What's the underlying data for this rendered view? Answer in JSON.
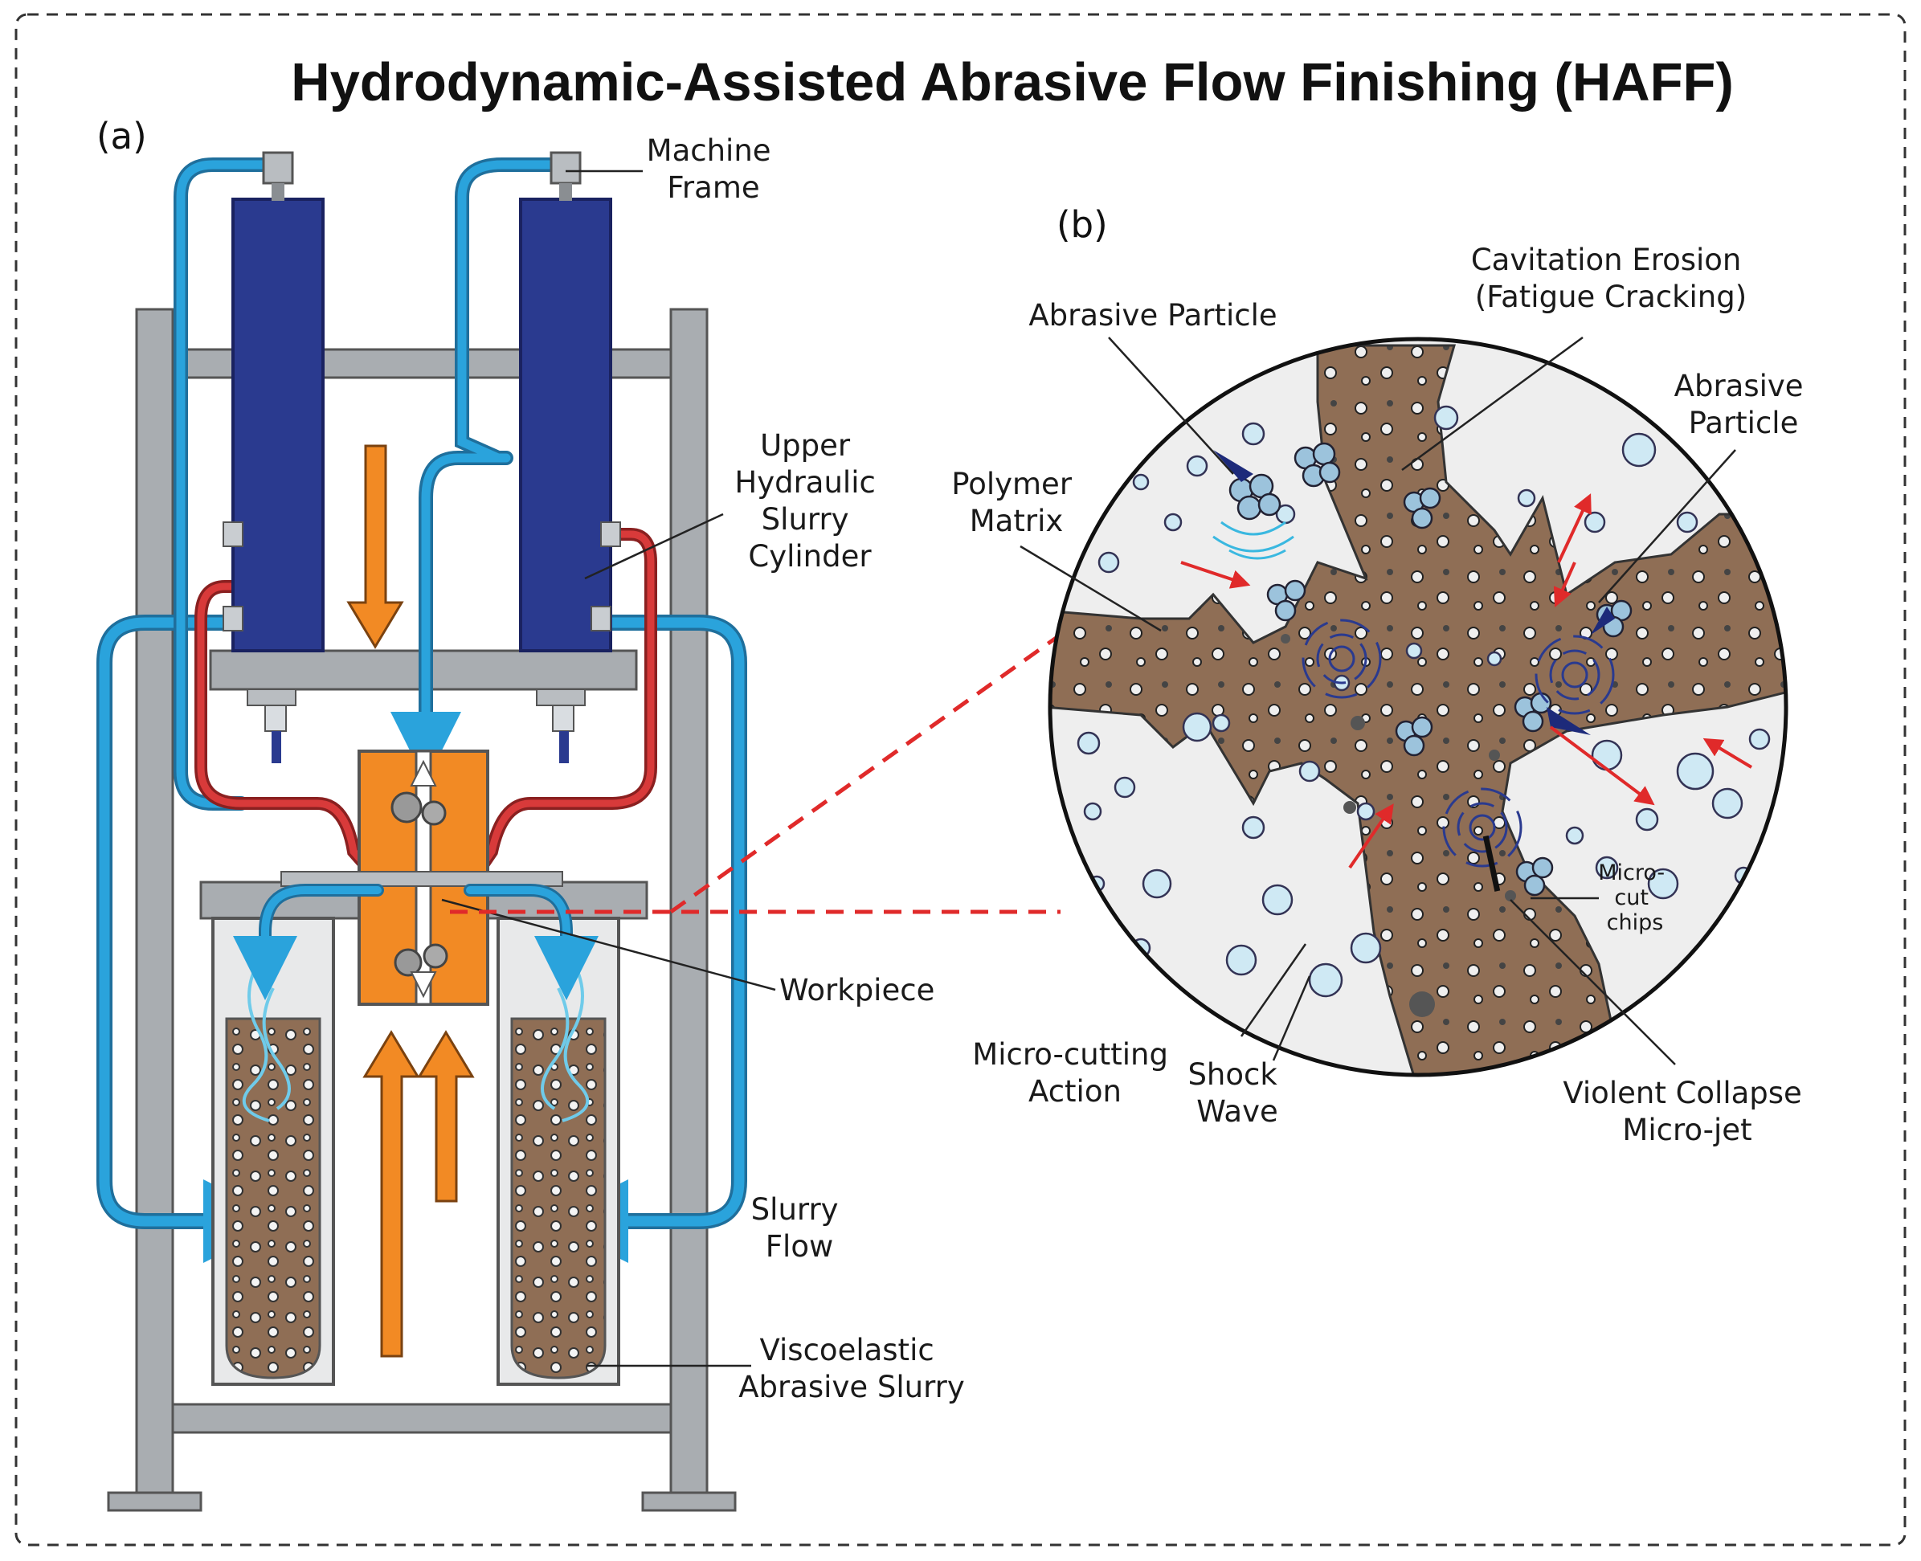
{
  "title": "Hydrodynamic-Assisted Abrasive Flow Finishing (HAFF)",
  "panel_a": {
    "tag": "(a)",
    "labels": {
      "machine_frame": [
        "Machine",
        "Frame"
      ],
      "upper_cylinder": [
        "Upper",
        "Hydraulic",
        "Slurry",
        "Cylinder"
      ],
      "workpiece": [
        "Workpiece"
      ],
      "slurry_flow": [
        "Slurry",
        "Flow"
      ],
      "viscoelastic_slurry": [
        "Viscoelastic",
        "Abrasive Slurry"
      ]
    }
  },
  "panel_b": {
    "tag": "(b)",
    "labels": {
      "abrasive_particle_top": [
        "Abrasive Particle"
      ],
      "cavitation_erosion": [
        "Cavitation Erosion",
        "(Fatigue Cracking)"
      ],
      "abrasive_particle_right": [
        "Abrasive",
        "Particle"
      ],
      "polymer_matrix": [
        "Polymer",
        "Matrix"
      ],
      "micro_cut_chips": [
        "Micro-",
        "cut",
        "chips"
      ],
      "micro_cutting_action": [
        "Micro-cutting",
        "Action"
      ],
      "shock_wave": [
        "Shock",
        "Wave"
      ],
      "violent_collapse": [
        "Violent Collapse",
        "Micro-jet"
      ]
    }
  },
  "colors": {
    "cylinder_blue": "#2a3a8f",
    "hose_blue": "#2aa3dc",
    "hose_red": "#d83a3a",
    "frame_gray": "#a9adb1",
    "flow_orange": "#f28a24",
    "slurry_brown": "#8f6e55",
    "zoom_red": "#e02a2a",
    "bubble_blue": "#cfe9f4"
  }
}
